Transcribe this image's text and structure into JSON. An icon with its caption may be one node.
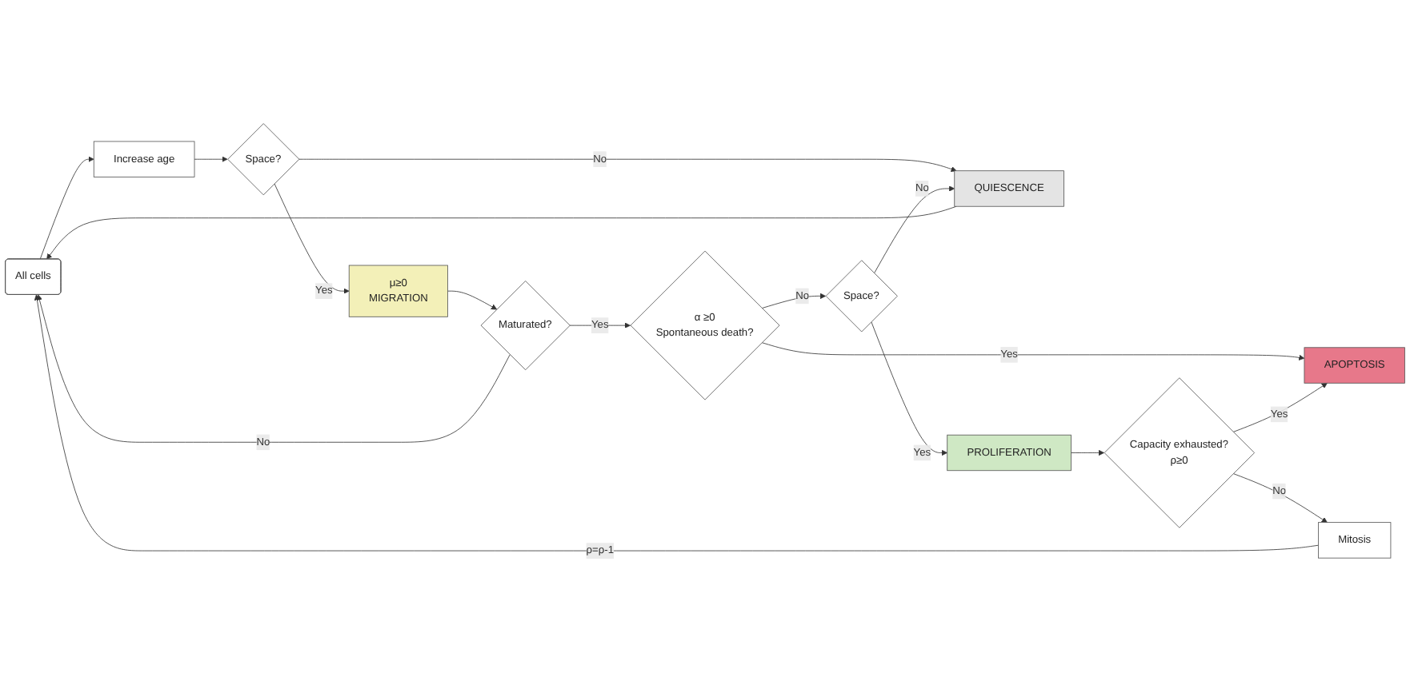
{
  "diagram": {
    "nodes": [
      {
        "text": [
          "All cells"
        ]
      },
      {
        "text": [
          "Increase age"
        ]
      },
      {
        "text": [
          "Space?"
        ]
      },
      {
        "text": [
          "μ≥0",
          "MIGRATION"
        ]
      },
      {
        "text": [
          "Maturated?"
        ]
      },
      {
        "text": [
          "α ≥0",
          "Spontaneous death?"
        ]
      },
      {
        "text": [
          "APOPTOSIS"
        ]
      },
      {
        "text": [
          "QUIESCENCE"
        ]
      },
      {
        "text": [
          "Space?"
        ]
      },
      {
        "text": [
          "PROLIFERATION"
        ]
      },
      {
        "text": [
          "Capacity exhausted?",
          "ρ≥0"
        ]
      },
      {
        "text": [
          "Mitosis"
        ]
      }
    ],
    "edges": [
      {
        "from": 0,
        "to": 1,
        "arrow": "to"
      },
      {
        "from": 1,
        "to": 2,
        "arrow": "to"
      },
      {
        "from": 2,
        "to": 3,
        "arrow": "to",
        "label": "Yes"
      },
      {
        "from": 2,
        "to": 7,
        "arrow": "to",
        "label": "No"
      },
      {
        "from": 3,
        "to": 4,
        "arrow": "to"
      },
      {
        "from": 4,
        "to": 5,
        "arrow": "to",
        "label": "Yes"
      },
      {
        "from": 4,
        "to": 0,
        "arrow": "to",
        "label": "No"
      },
      {
        "from": 5,
        "to": 6,
        "arrow": "to",
        "label": "Yes"
      },
      {
        "from": 5,
        "to": 8,
        "arrow": "to",
        "label": "No"
      },
      {
        "from": 8,
        "to": 7,
        "arrow": "to",
        "label": "No"
      },
      {
        "from": 8,
        "to": 9,
        "arrow": "to",
        "label": "Yes"
      },
      {
        "from": 7,
        "to": 0,
        "arrow": "to"
      },
      {
        "from": 9,
        "to": 10,
        "arrow": "to"
      },
      {
        "from": 10,
        "to": 11,
        "arrow": "to",
        "label": "No"
      },
      {
        "from": 10,
        "to": 6,
        "arrow": "to",
        "label": "Yes"
      },
      {
        "from": 11,
        "to": 0,
        "arrow": "to",
        "label": "ρ=ρ-1"
      }
    ]
  }
}
